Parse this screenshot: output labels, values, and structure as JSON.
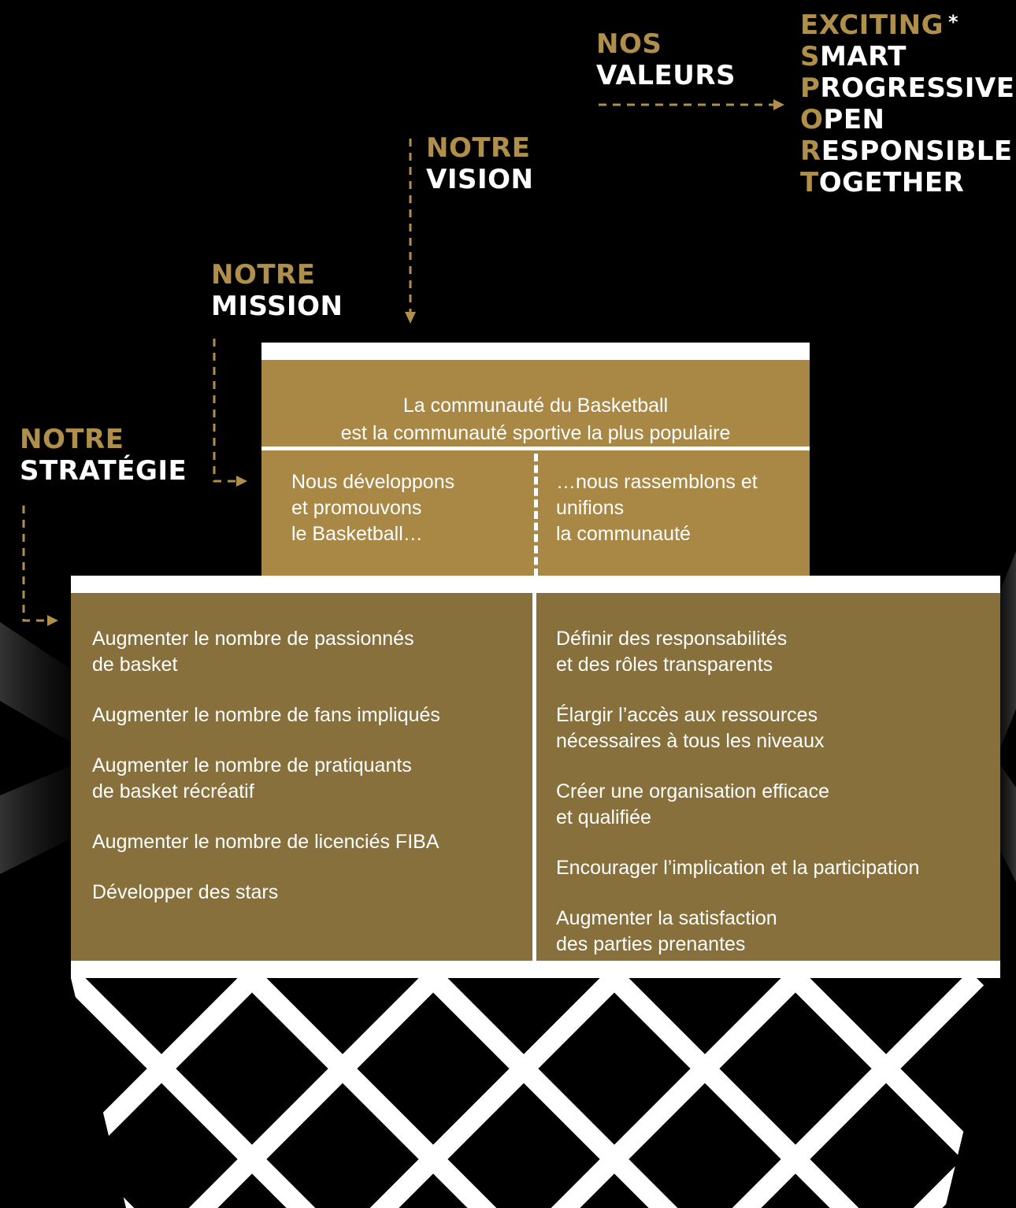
{
  "values": {
    "title_gold": "NOS",
    "title_white": "VALEURS",
    "exciting": "EXCITING",
    "asterisk": "*",
    "acronym": [
      {
        "first": "S",
        "rest": "MART"
      },
      {
        "first": "P",
        "rest": "ROGRESSIVE"
      },
      {
        "first": "O",
        "rest": "PEN"
      },
      {
        "first": "R",
        "rest": "ESPONSIBLE"
      },
      {
        "first": "T",
        "rest": "OGETHER"
      }
    ]
  },
  "vision": {
    "title_gold": "NOTRE",
    "title_white": "VISION",
    "text_line1": "La communauté du Basketball",
    "text_line2": "est la communauté sportive la plus populaire"
  },
  "mission": {
    "title_gold": "NOTRE",
    "title_white": "MISSION",
    "left": [
      "Nous développons",
      "et promouvons",
      "le Basketball…"
    ],
    "right": [
      "…nous rassemblons et",
      "unifions",
      "la communauté"
    ]
  },
  "strategy": {
    "title_gold": "NOTRE",
    "title_white": "STRATÉGIE",
    "left": [
      [
        "Augmenter le nombre de passionnés",
        "de basket"
      ],
      [
        "Augmenter le nombre de fans impliqués"
      ],
      [
        "Augmenter le nombre de pratiquants",
        "de basket récréatif"
      ],
      [
        "Augmenter le nombre de licenciés FIBA"
      ],
      [
        "Développer des stars"
      ]
    ],
    "right": [
      [
        "Définir des responsabilités",
        "et des rôles transparents"
      ],
      [
        "Élargir l’accès aux ressources",
        "nécessaires à tous les niveaux"
      ],
      [
        "Créer une organisation efficace",
        "et qualifiée"
      ],
      [
        "Encourager l’implication et la participation"
      ],
      [
        "Augmenter la satisfaction",
        "des parties prenantes"
      ]
    ]
  },
  "colors": {
    "gold_label": "#b08f4a",
    "vision_box": "#a98845",
    "strategy_box": "#88703c",
    "background": "#000000"
  }
}
